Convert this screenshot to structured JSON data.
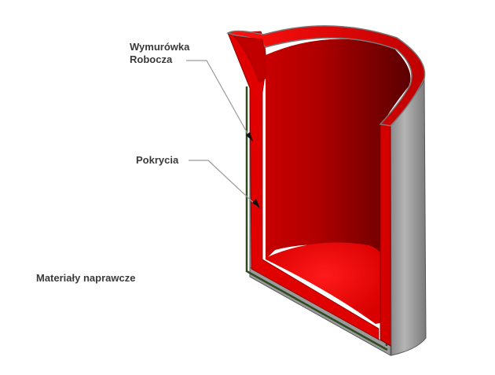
{
  "labels": {
    "working_lining_line1": "Wymurówka",
    "working_lining_line2": "Robocza",
    "coatings": "Pokrycia",
    "repair_materials": "Materiały naprawcze"
  },
  "colors": {
    "lining_red": "#e00000",
    "lining_dark_red": "#7a0000",
    "shell_grey": "#9a9a9a",
    "shell_dark": "#5a5a5a",
    "coating_green": "#2f4a1f",
    "leader_line": "#9a9a9a",
    "label_text": "#3a3a3a"
  }
}
